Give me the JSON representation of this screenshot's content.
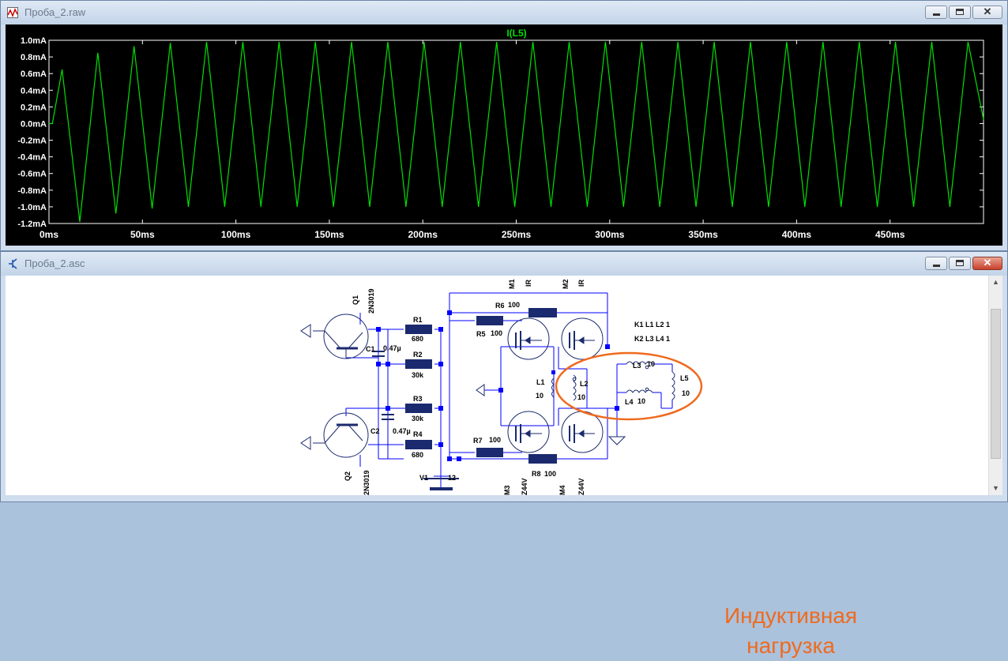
{
  "waveform_window": {
    "title": "Проба_2.raw",
    "trace_label": "I(L5)"
  },
  "schematic_window": {
    "title": "Проба_2.asc",
    "annotation_line1": "Индуктивная",
    "annotation_line2": "нагрузка",
    "components": {
      "Q1": {
        "ref": "Q1",
        "model": "2N3019"
      },
      "Q2": {
        "ref": "Q2",
        "model": "2N3019"
      },
      "R1": {
        "ref": "R1",
        "value": "680"
      },
      "R2": {
        "ref": "R2",
        "value": "30k"
      },
      "R3": {
        "ref": "R3",
        "value": "30k"
      },
      "R4": {
        "ref": "R4",
        "value": "680"
      },
      "R5": {
        "ref": "R5",
        "value": "100"
      },
      "R6": {
        "ref": "R6",
        "value": "100"
      },
      "R7": {
        "ref": "R7",
        "value": "100"
      },
      "R8": {
        "ref": "R8",
        "value": "100"
      },
      "C1": {
        "ref": "C1",
        "value": "0.47µ"
      },
      "C2": {
        "ref": "C2",
        "value": "0.47µ"
      },
      "V1": {
        "ref": "V1",
        "value": "12"
      },
      "L1": {
        "ref": "L1",
        "value": "10"
      },
      "L2": {
        "ref": "L2",
        "value": "10"
      },
      "L3": {
        "ref": "L3",
        "value": "10"
      },
      "L4": {
        "ref": "L4",
        "value": "10"
      },
      "L5": {
        "ref": "L5",
        "value": "10"
      },
      "M1": {
        "ref": "M1",
        "model": "IR"
      },
      "M2": {
        "ref": "M2",
        "model": "IR"
      },
      "M3": {
        "ref": "M3",
        "model": "Z44V"
      },
      "M4": {
        "ref": "M4",
        "model": "Z44V"
      },
      "K1": "K1 L1 L2 1",
      "K2": "K2 L3 L4 1"
    }
  },
  "colors": {
    "trace": "#00e000",
    "axis": "#ffffff",
    "wire": "#0000ff",
    "component": "#1b2a6e",
    "annotation": "#ef6a1e"
  },
  "chart_data": {
    "type": "line",
    "title": "I(L5)",
    "xlabel": "",
    "ylabel": "",
    "x_unit": "ms",
    "y_unit": "mA",
    "xlim": [
      0,
      500
    ],
    "ylim": [
      -1.2,
      1.0
    ],
    "x_ticks": [
      "0ms",
      "50ms",
      "100ms",
      "150ms",
      "200ms",
      "250ms",
      "300ms",
      "350ms",
      "400ms",
      "450ms"
    ],
    "y_ticks": [
      "1.0mA",
      "0.8mA",
      "0.6mA",
      "0.4mA",
      "0.2mA",
      "0.0mA",
      "-0.2mA",
      "-0.4mA",
      "-0.6mA",
      "-0.8mA",
      "-1.0mA",
      "-1.2mA"
    ],
    "series": [
      {
        "name": "I(L5)",
        "x": [
          0,
          1.8,
          7.0,
          16.5,
          26.1,
          35.8,
          45.5,
          55.2,
          64.9,
          74.6,
          84.3,
          94.0,
          103.7,
          113.4,
          123.1,
          132.8,
          142.5,
          152.2,
          161.9,
          171.6,
          181.3,
          191.0,
          200.7,
          210.4,
          220.1,
          229.8,
          239.5,
          249.2,
          258.9,
          268.6,
          278.3,
          288.0,
          297.7,
          307.4,
          317.1,
          326.8,
          336.5,
          346.2,
          355.9,
          365.6,
          375.3,
          385.0,
          394.7,
          404.4,
          414.1,
          423.8,
          433.5,
          443.2,
          452.9,
          462.6,
          472.3,
          482.0,
          491.7,
          500
        ],
        "values": [
          0.0,
          0.0,
          0.65,
          -1.18,
          0.85,
          -1.08,
          0.93,
          -1.02,
          0.97,
          -1.0,
          0.98,
          -1.0,
          0.98,
          -1.0,
          0.98,
          -1.0,
          0.98,
          -1.0,
          0.98,
          -1.0,
          0.98,
          -1.0,
          0.98,
          -1.0,
          0.98,
          -1.0,
          0.98,
          -1.0,
          0.98,
          -1.0,
          0.98,
          -1.0,
          0.98,
          -1.0,
          0.98,
          -1.0,
          0.98,
          -1.0,
          0.98,
          -1.0,
          0.98,
          -1.0,
          0.98,
          -1.0,
          0.98,
          -1.0,
          0.98,
          -1.0,
          0.98,
          -1.0,
          0.98,
          -1.0,
          0.98,
          0.05
        ]
      }
    ]
  }
}
